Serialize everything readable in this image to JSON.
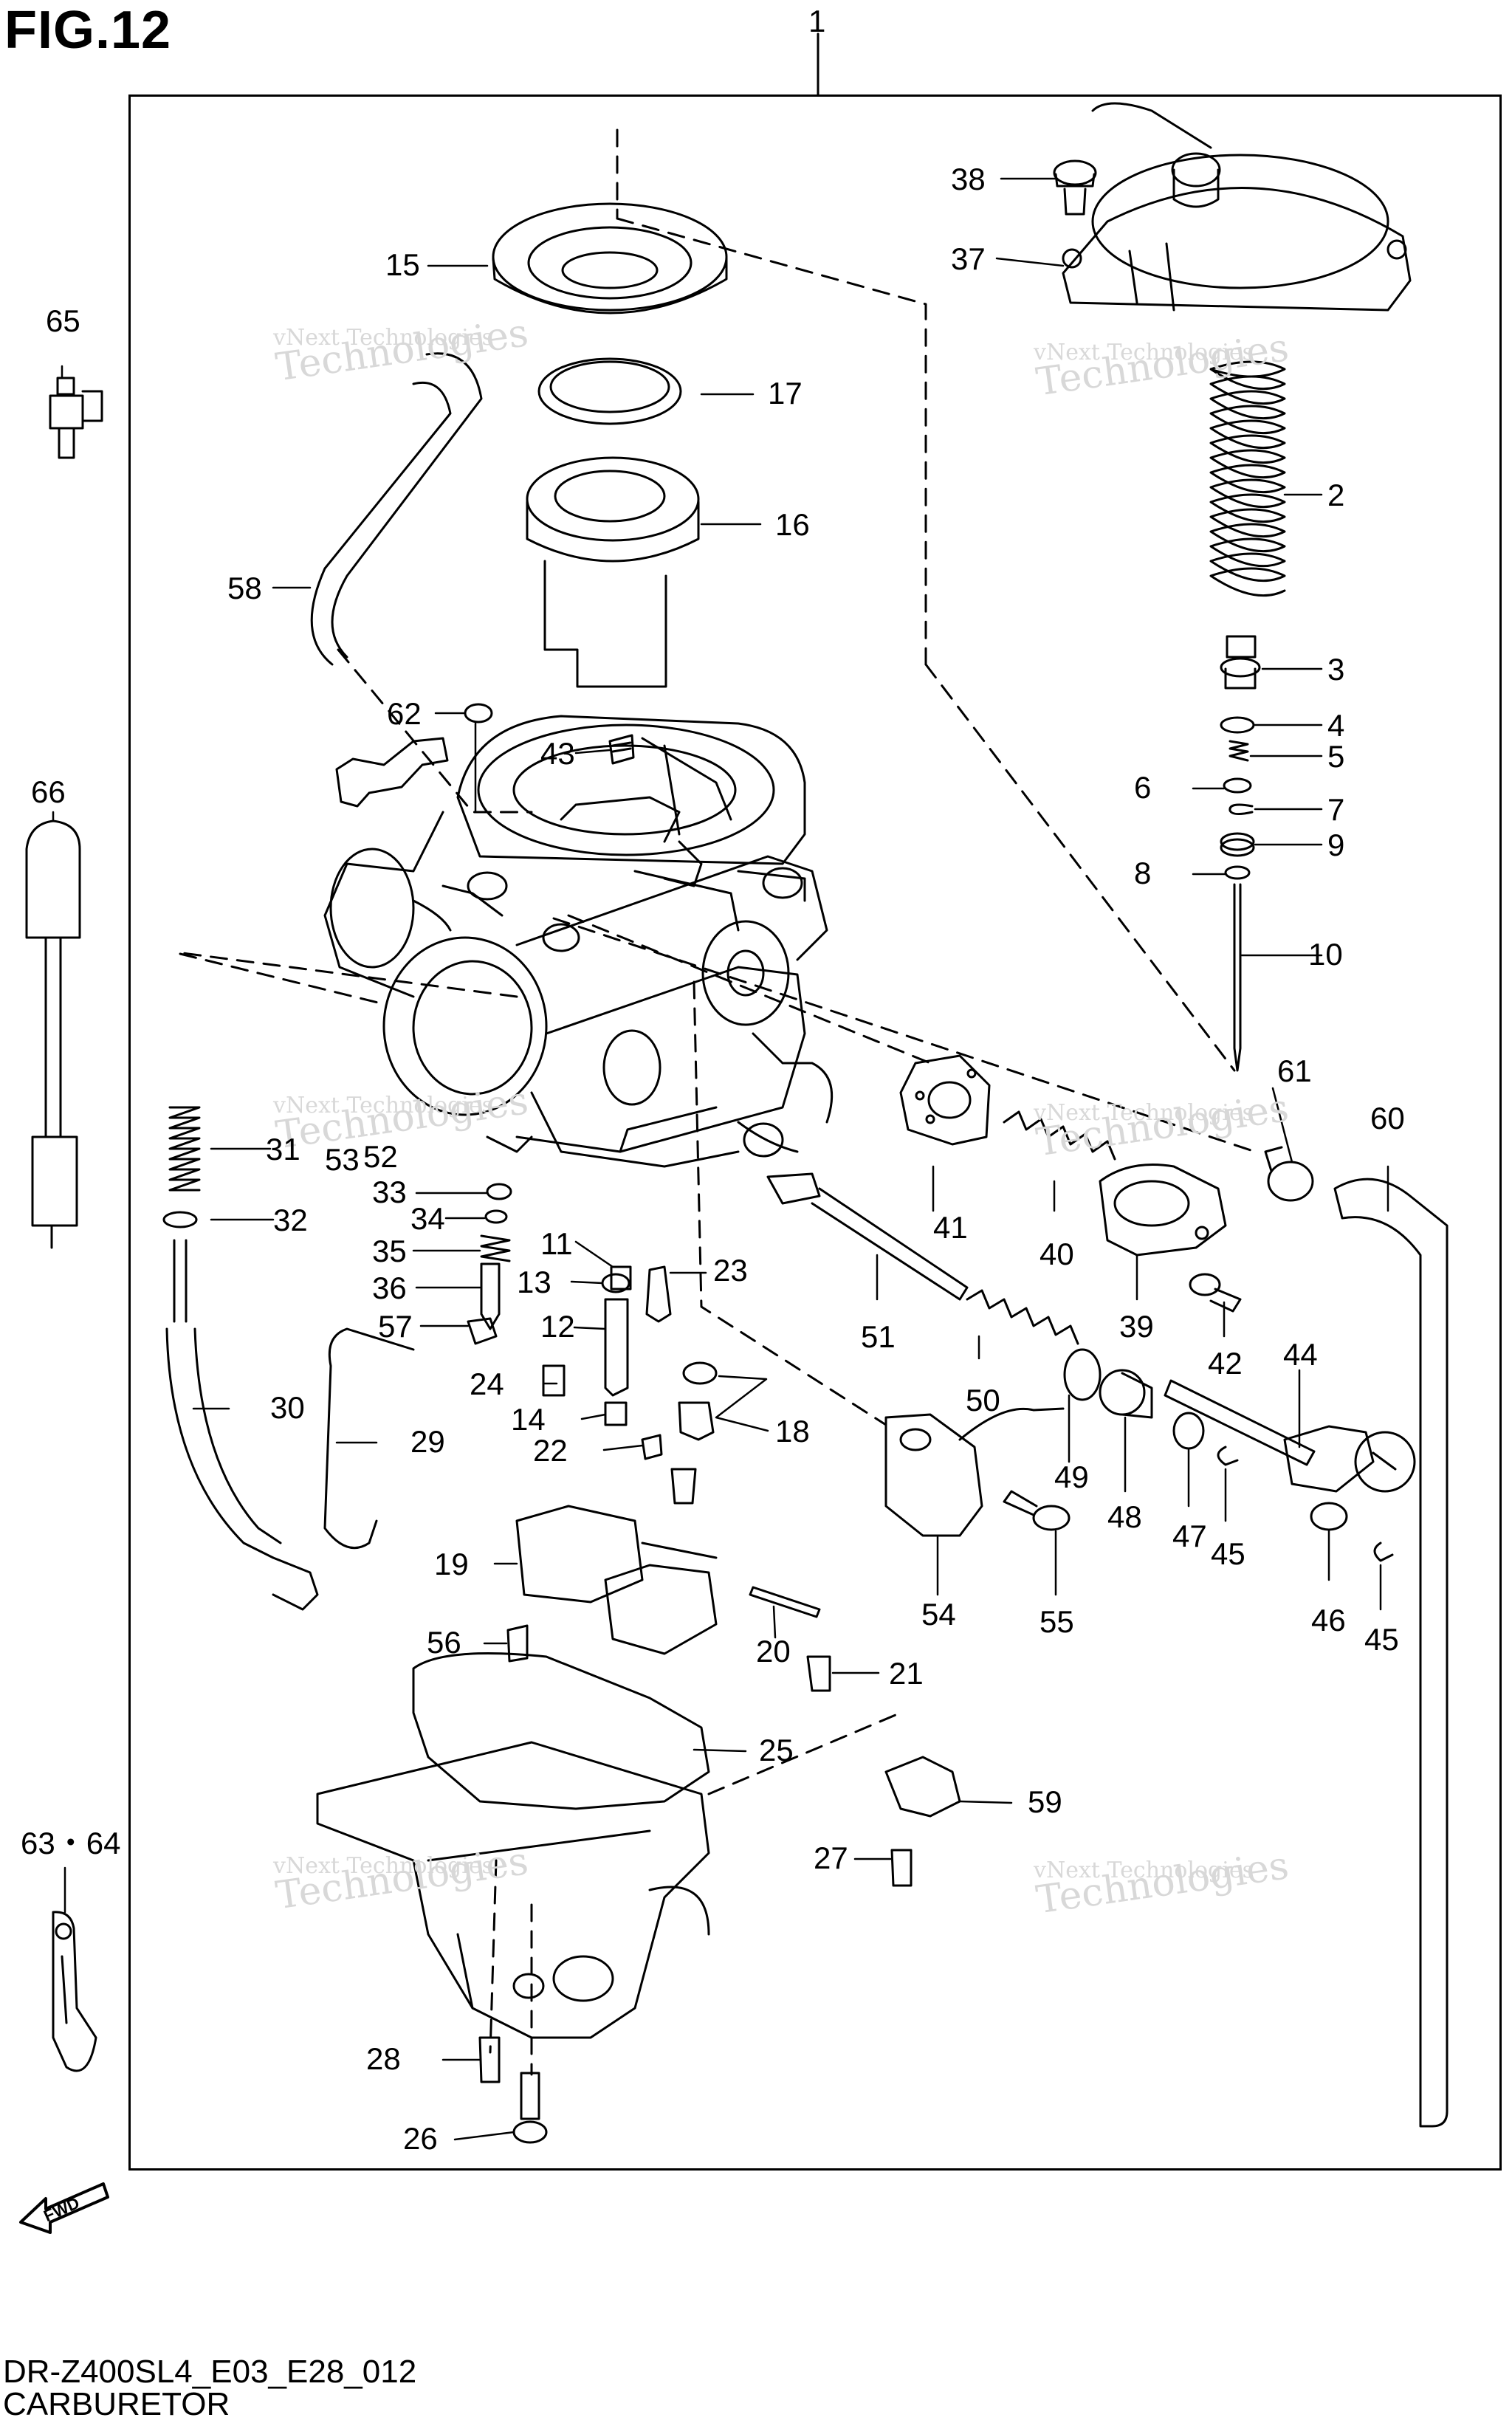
{
  "figure": {
    "title": "FIG.12",
    "footer_code": "DR-Z400SL4_E03_E28_012",
    "footer_name": "CARBURETOR",
    "fwd_label": "FWD"
  },
  "watermark": {
    "line1": "vNext Technologies",
    "line2": "Technologies"
  },
  "callouts": [
    {
      "id": "c1",
      "text": "1"
    },
    {
      "id": "c2",
      "text": "2"
    },
    {
      "id": "c3",
      "text": "3"
    },
    {
      "id": "c4",
      "text": "4"
    },
    {
      "id": "c5",
      "text": "5"
    },
    {
      "id": "c6",
      "text": "6"
    },
    {
      "id": "c7",
      "text": "7"
    },
    {
      "id": "c8",
      "text": "8"
    },
    {
      "id": "c9",
      "text": "9"
    },
    {
      "id": "c10",
      "text": "10"
    },
    {
      "id": "c11",
      "text": "11"
    },
    {
      "id": "c12",
      "text": "12"
    },
    {
      "id": "c13",
      "text": "13"
    },
    {
      "id": "c14",
      "text": "14"
    },
    {
      "id": "c15",
      "text": "15"
    },
    {
      "id": "c16",
      "text": "16"
    },
    {
      "id": "c17",
      "text": "17"
    },
    {
      "id": "c18",
      "text": "18"
    },
    {
      "id": "c19",
      "text": "19"
    },
    {
      "id": "c20",
      "text": "20"
    },
    {
      "id": "c21",
      "text": "21"
    },
    {
      "id": "c22",
      "text": "22"
    },
    {
      "id": "c23",
      "text": "23"
    },
    {
      "id": "c24",
      "text": "24"
    },
    {
      "id": "c25",
      "text": "25"
    },
    {
      "id": "c26",
      "text": "26"
    },
    {
      "id": "c27",
      "text": "27"
    },
    {
      "id": "c28",
      "text": "28"
    },
    {
      "id": "c29",
      "text": "29"
    },
    {
      "id": "c30",
      "text": "30"
    },
    {
      "id": "c31",
      "text": "31"
    },
    {
      "id": "c32",
      "text": "32"
    },
    {
      "id": "c33",
      "text": "33"
    },
    {
      "id": "c34",
      "text": "34"
    },
    {
      "id": "c35",
      "text": "35"
    },
    {
      "id": "c36",
      "text": "36"
    },
    {
      "id": "c37",
      "text": "37"
    },
    {
      "id": "c38",
      "text": "38"
    },
    {
      "id": "c39",
      "text": "39"
    },
    {
      "id": "c40",
      "text": "40"
    },
    {
      "id": "c41",
      "text": "41"
    },
    {
      "id": "c42",
      "text": "42"
    },
    {
      "id": "c43",
      "text": "43"
    },
    {
      "id": "c44",
      "text": "44"
    },
    {
      "id": "c45a",
      "text": "45"
    },
    {
      "id": "c45b",
      "text": "45"
    },
    {
      "id": "c46",
      "text": "46"
    },
    {
      "id": "c47",
      "text": "47"
    },
    {
      "id": "c48",
      "text": "48"
    },
    {
      "id": "c49",
      "text": "49"
    },
    {
      "id": "c50",
      "text": "50"
    },
    {
      "id": "c51",
      "text": "51"
    },
    {
      "id": "c52",
      "text": "52"
    },
    {
      "id": "c53",
      "text": "53"
    },
    {
      "id": "c54",
      "text": "54"
    },
    {
      "id": "c55",
      "text": "55"
    },
    {
      "id": "c56",
      "text": "56"
    },
    {
      "id": "c57",
      "text": "57"
    },
    {
      "id": "c58",
      "text": "58"
    },
    {
      "id": "c59",
      "text": "59"
    },
    {
      "id": "c60",
      "text": "60"
    },
    {
      "id": "c61",
      "text": "61"
    },
    {
      "id": "c62",
      "text": "62"
    },
    {
      "id": "c63_64",
      "text": "63・64"
    },
    {
      "id": "c65",
      "text": "65"
    },
    {
      "id": "c66",
      "text": "66"
    }
  ]
}
